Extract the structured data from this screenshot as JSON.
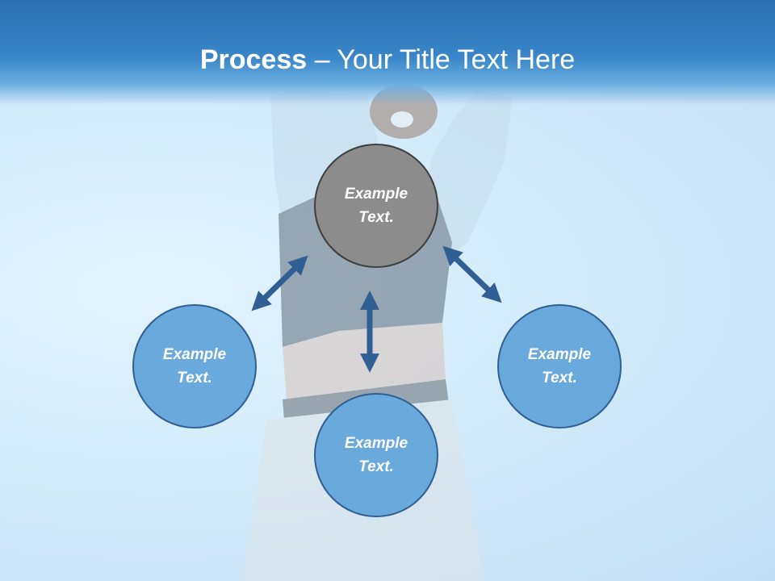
{
  "slide": {
    "title_bold": "Process",
    "title_rest": " – Your Title Text Here"
  },
  "nodes": {
    "top": "Example Text.",
    "left": "Example Text.",
    "right": "Example Text.",
    "bottom": "Example Text."
  },
  "colors": {
    "header": "#2a70b0",
    "node_fill": "#6aa9dc",
    "node_border": "#2f5f93",
    "center_fill": "#8c8c8c",
    "arrow": "#2f5f93"
  },
  "icons": {
    "arrows": [
      "double-arrow-upleft",
      "double-arrow-vertical",
      "double-arrow-upright"
    ]
  }
}
